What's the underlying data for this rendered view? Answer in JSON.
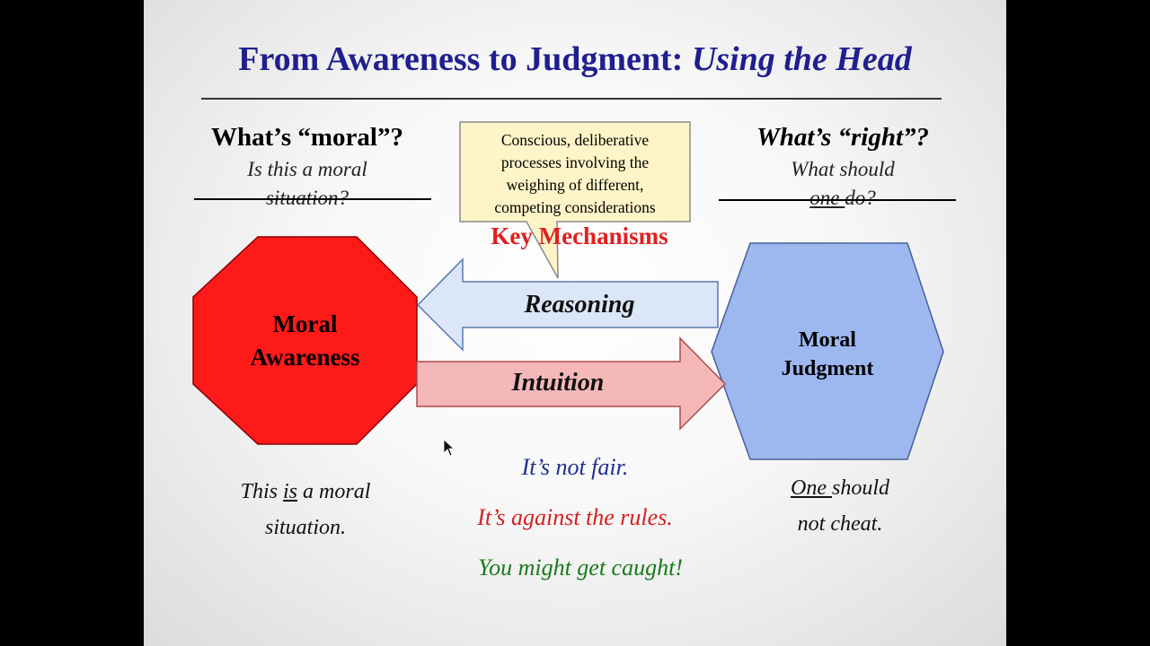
{
  "slide": {
    "title_main": "From Awareness to Judgment: ",
    "title_italic": "Using the Head"
  },
  "left_question": {
    "heading": "What’s “moral”?",
    "sub_line1": "Is this a moral",
    "sub_line2": "situation?"
  },
  "right_question": {
    "heading": "What’s “right”?",
    "sub_line1": "What should",
    "sub_line2_underlined": "one ",
    "sub_line2_rest": "do?"
  },
  "callout": {
    "line1": "Conscious, deliberative",
    "line2": "processes involving the",
    "line3": "weighing of different,",
    "line4": "competing considerations"
  },
  "key_mechanisms": "Key Mechanisms",
  "moral_awareness": {
    "line1": "Moral",
    "line2": "Awareness"
  },
  "moral_judgment": {
    "line1": "Moral",
    "line2": "Judgment"
  },
  "arrows": {
    "reasoning": "Reasoning",
    "intuition": "Intuition"
  },
  "left_bottom": {
    "part1": "This ",
    "underlined": "is",
    "part2": " a moral",
    "line2": "situation."
  },
  "right_bottom": {
    "underlined": "One ",
    "part1": "should",
    "line2": "not cheat."
  },
  "examples": {
    "fair": "It’s not fair.",
    "rules": "It’s against the rules.",
    "caught": "You might get caught!"
  },
  "colors": {
    "title": "#1f1f8f",
    "octagon": "#ff1a1a",
    "hexagon": "#9db7ef",
    "reasoning_arrow": "#dbe6f8",
    "intuition_arrow": "#f4b8b8",
    "callout": "#fff4c8",
    "fair_text": "#1f2f8f",
    "rules_text": "#d42020",
    "caught_text": "#1a7a1a"
  }
}
